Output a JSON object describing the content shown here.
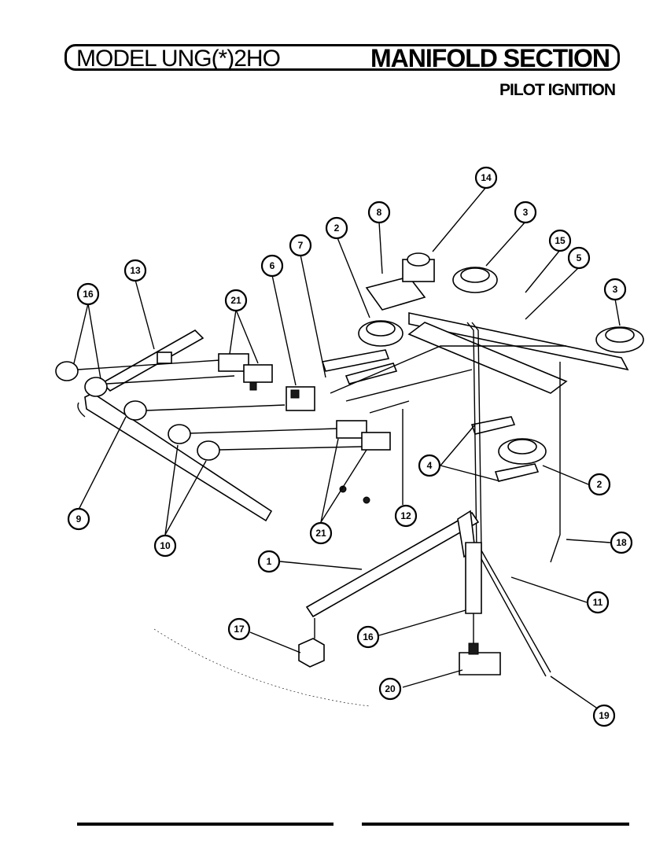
{
  "header": {
    "model": "MODEL UNG(*)2HO",
    "section": "MANIFOLD SECTION",
    "subtitle": "PILOT IGNITION"
  },
  "callouts": [
    "1",
    "2",
    "2",
    "3",
    "3",
    "4",
    "5",
    "6",
    "7",
    "8",
    "9",
    "10",
    "11",
    "12",
    "13",
    "14",
    "15",
    "16",
    "16",
    "17",
    "18",
    "19",
    "20",
    "21",
    "21"
  ]
}
